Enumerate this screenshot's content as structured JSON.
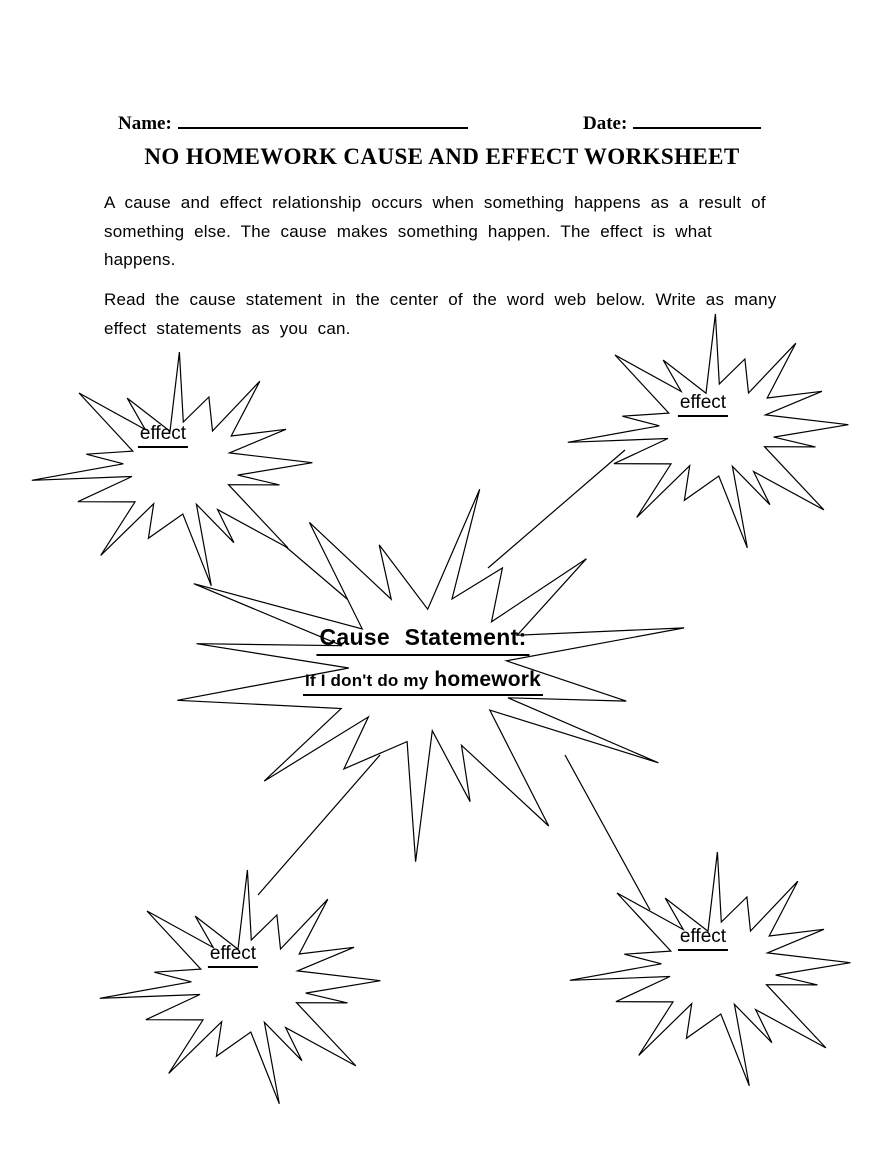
{
  "document": {
    "header": {
      "name_label": "Name:",
      "date_label": "Date:"
    },
    "title": "NO HOMEWORK CAUSE AND EFFECT WORKSHEET",
    "intro": {
      "lines": [
        "A cause and effect relationship occurs when something happens as a result of",
        "something else. The cause makes something happen. The effect is what",
        "happens."
      ]
    },
    "instructions": {
      "lines": [
        "Read the cause statement in the center of the word web below. Write as many",
        "effect statements as you can."
      ]
    },
    "word_web": {
      "center_heading": "Cause Statement:",
      "center_statement_prefix": "If I don't do my",
      "center_statement_emphasis": "homework",
      "effect_labels": [
        "effect",
        "effect",
        "effect",
        "effect"
      ]
    },
    "colors": {
      "ink": "#000000",
      "paper": "#ffffff"
    }
  }
}
